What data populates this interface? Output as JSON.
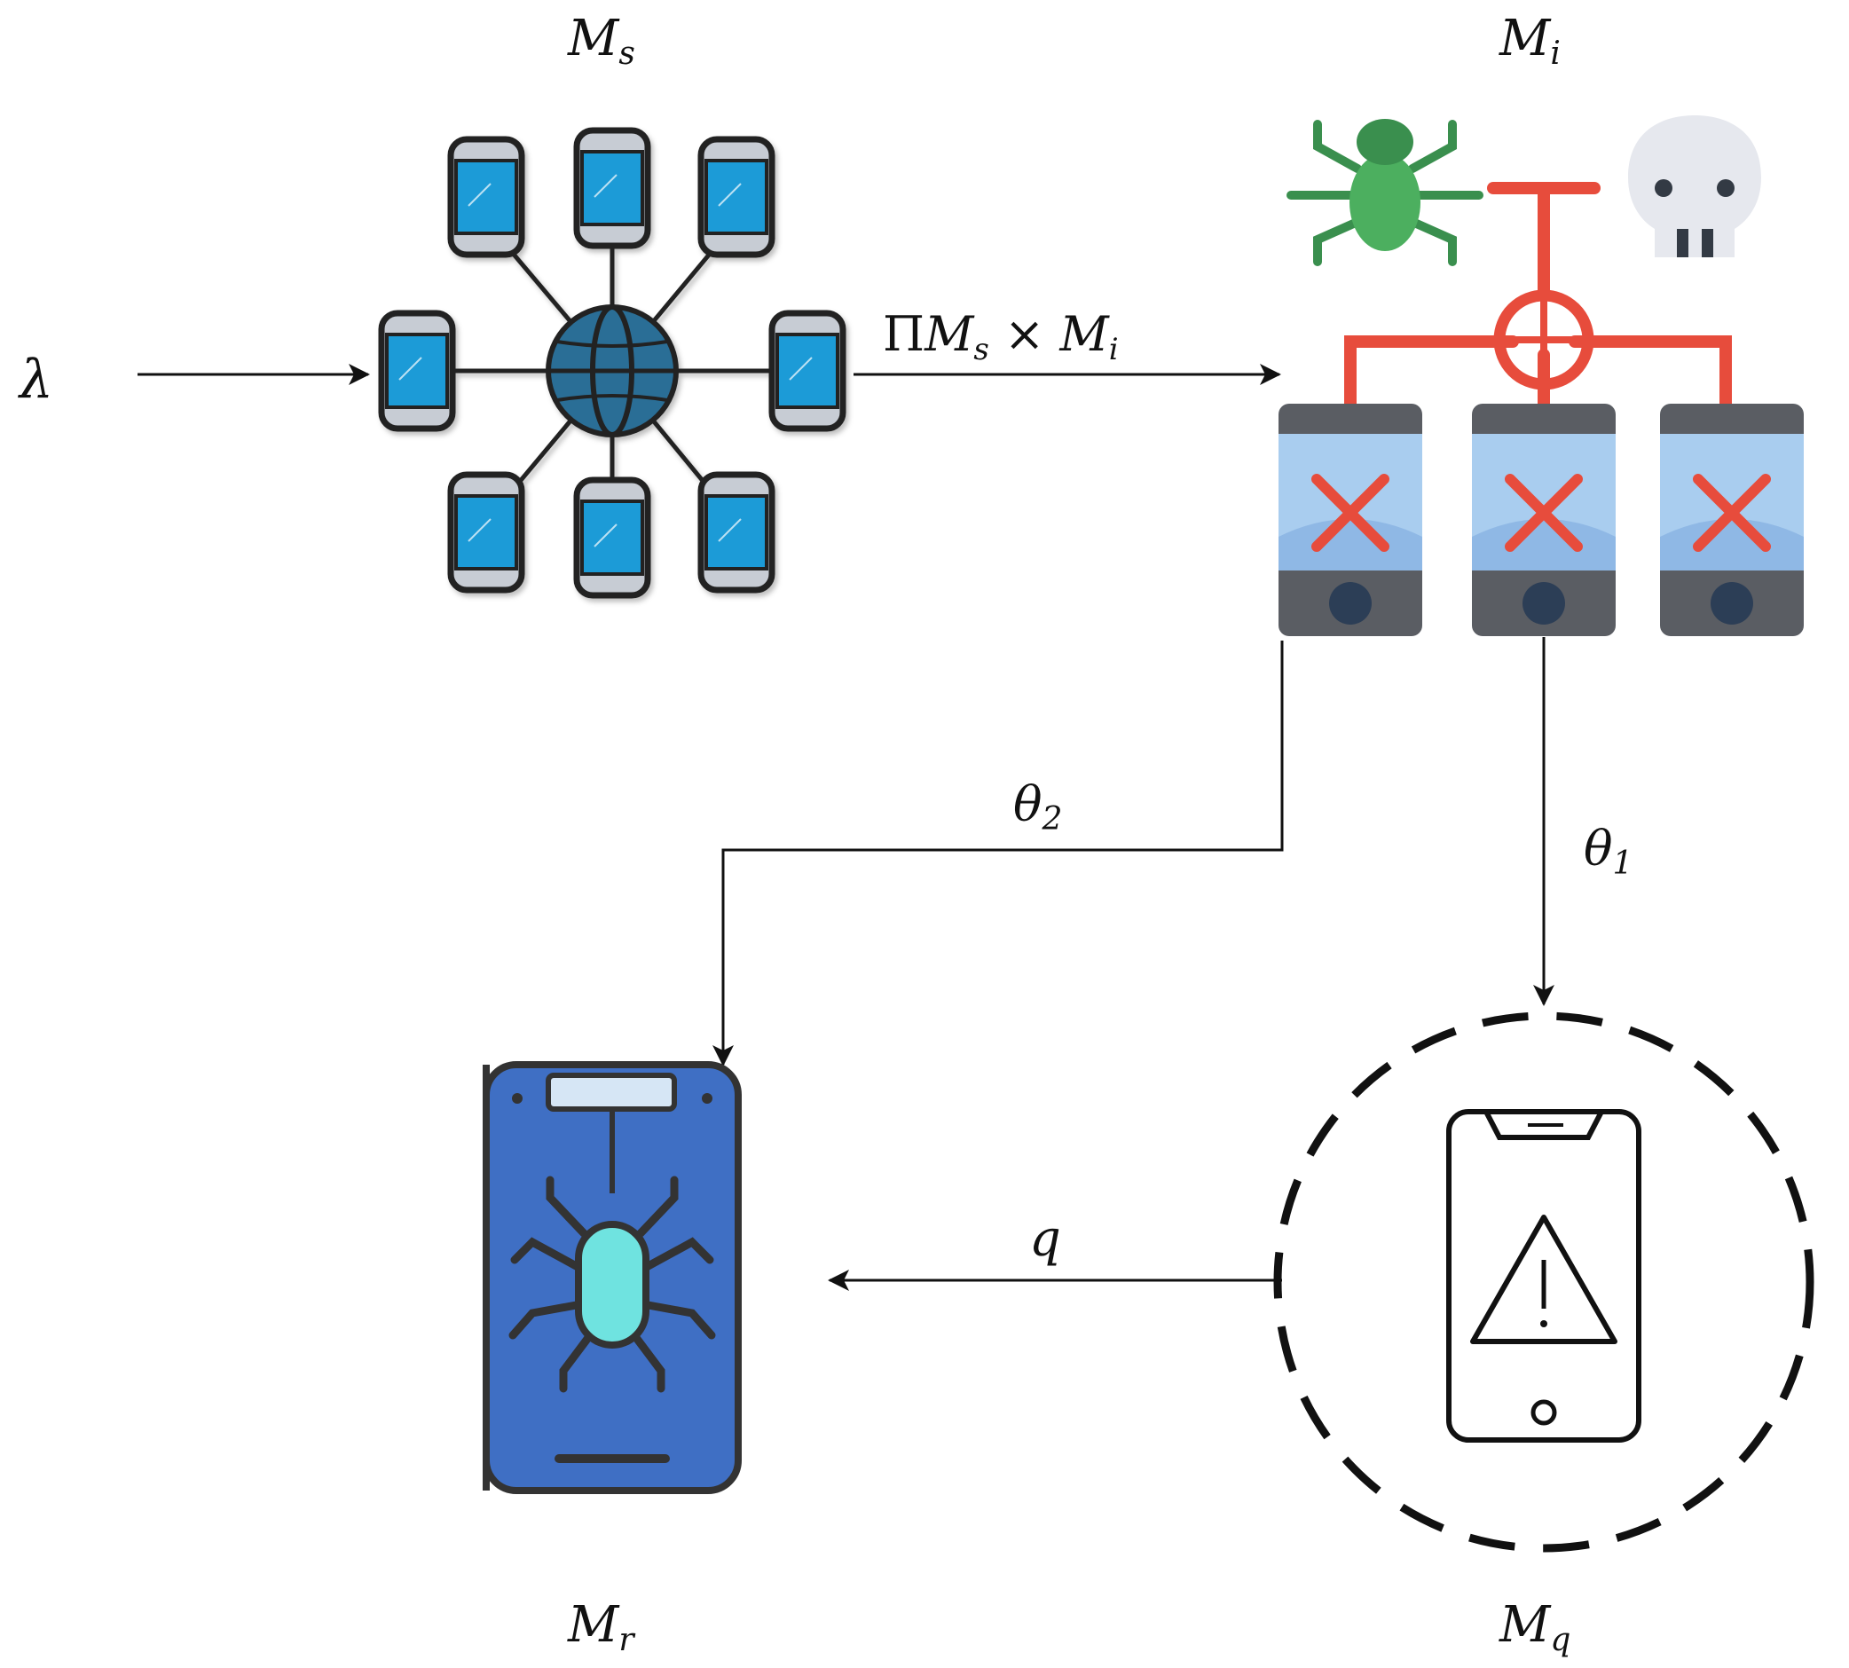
{
  "nodes": {
    "susceptible": {
      "label_main": "M",
      "label_sub": "s",
      "icon": "network-hub-of-phones-icon",
      "color": "#1a9bd7"
    },
    "infected": {
      "label_main": "M",
      "label_sub": "i",
      "icon": "infected-phones-icon",
      "color": "#e74c3c"
    },
    "quarantined": {
      "label_main": "M",
      "label_sub": "q",
      "icon": "warning-phone-icon",
      "color": "#111111"
    },
    "recovered": {
      "label_main": "M",
      "label_sub": "r",
      "icon": "bug-phone-icon",
      "color": "#3f6fc4"
    }
  },
  "edges": {
    "input_rate": {
      "label": "λ"
    },
    "infection": {
      "label_pi": "Π",
      "label_m1": "M",
      "label_s1": "s",
      "label_times": " × ",
      "label_m2": "M",
      "label_s2": "i"
    },
    "infected_to_recovered": {
      "label_main": "θ",
      "label_sub": "2"
    },
    "infected_to_quarantined": {
      "label_main": "θ",
      "label_sub": "1"
    },
    "quarantined_to_recovered": {
      "label": "q"
    }
  }
}
